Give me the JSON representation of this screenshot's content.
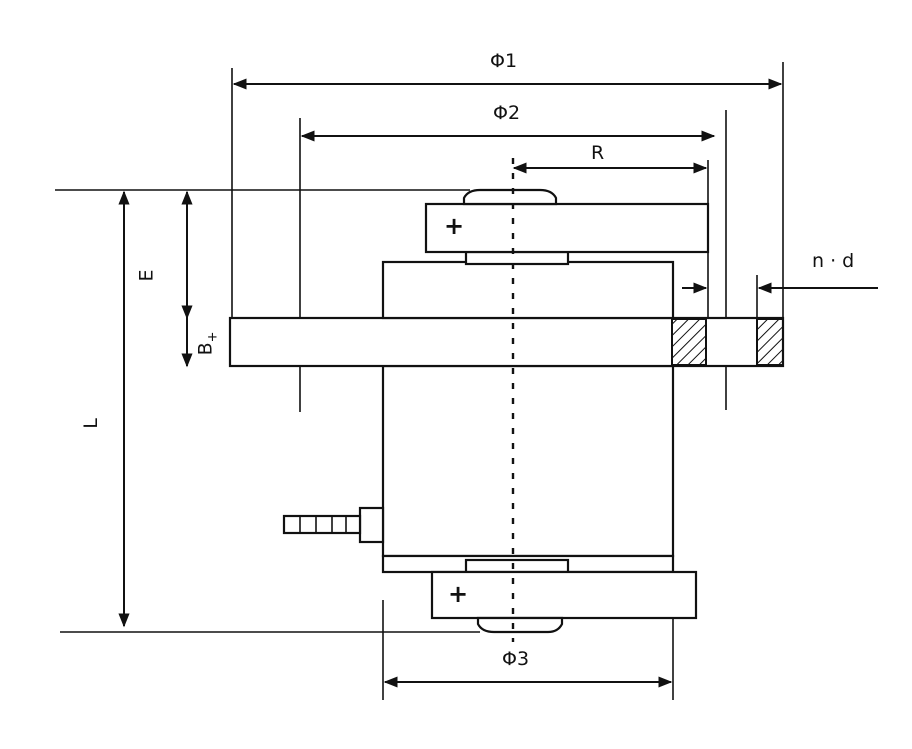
{
  "labels": {
    "phi1": "Φ1",
    "phi2": "Φ2",
    "phi3": "Φ3",
    "r": "R",
    "e": "E",
    "l": "L",
    "b": "B",
    "b_sub": "+",
    "nd": "n · d",
    "plus_top": "+",
    "plus_bottom": "+"
  },
  "colors": {
    "line": "#111111",
    "background": "#ffffff"
  }
}
